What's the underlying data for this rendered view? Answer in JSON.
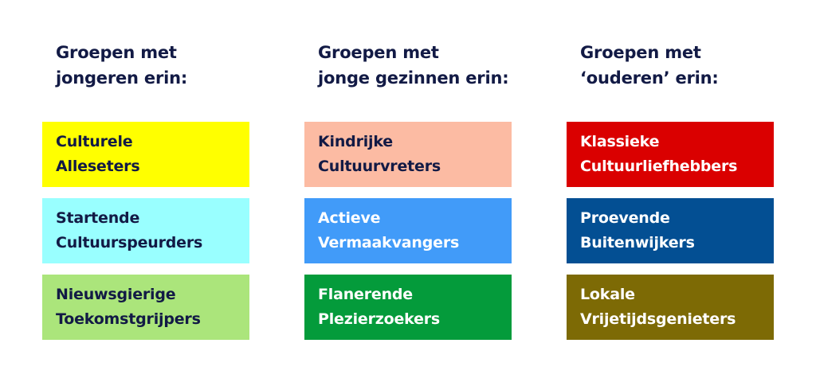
{
  "columns": [
    {
      "heading": "Groepen met\njongeren erin:",
      "groups": [
        {
          "label": "Culturele\nAlleseters",
          "color": "#ffff00",
          "text_color": "#121a45"
        },
        {
          "label": "Startende\nCultuurspeurders",
          "color": "#99ffff",
          "text_color": "#121a45"
        },
        {
          "label": "Nieuwsgierige\nToekomstgrijpers",
          "color": "#abe57b",
          "text_color": "#121a45"
        }
      ]
    },
    {
      "heading": "Groepen met\njonge gezinnen erin:",
      "groups": [
        {
          "label": "Kindrijke\nCultuurvreters",
          "color": "#fcbba3",
          "text_color": "#121a45"
        },
        {
          "label": "Actieve\nVermaakvangers",
          "color": "#419bf9",
          "text_color": "#ffffff"
        },
        {
          "label": "Flanerende\nPlezierzoekers",
          "color": "#049b3b",
          "text_color": "#ffffff"
        }
      ]
    },
    {
      "heading": "Groepen met\n‘ouderen’ erin:",
      "groups": [
        {
          "label": "Klassieke\nCultuurliefhebbers",
          "color": "#da0000",
          "text_color": "#ffffff"
        },
        {
          "label": "Proevende\nBuitenwijkers",
          "color": "#034f93",
          "text_color": "#ffffff"
        },
        {
          "label": "Lokale\nVrijetijdsgenieters",
          "color": "#7d6a05",
          "text_color": "#ffffff"
        }
      ]
    }
  ]
}
